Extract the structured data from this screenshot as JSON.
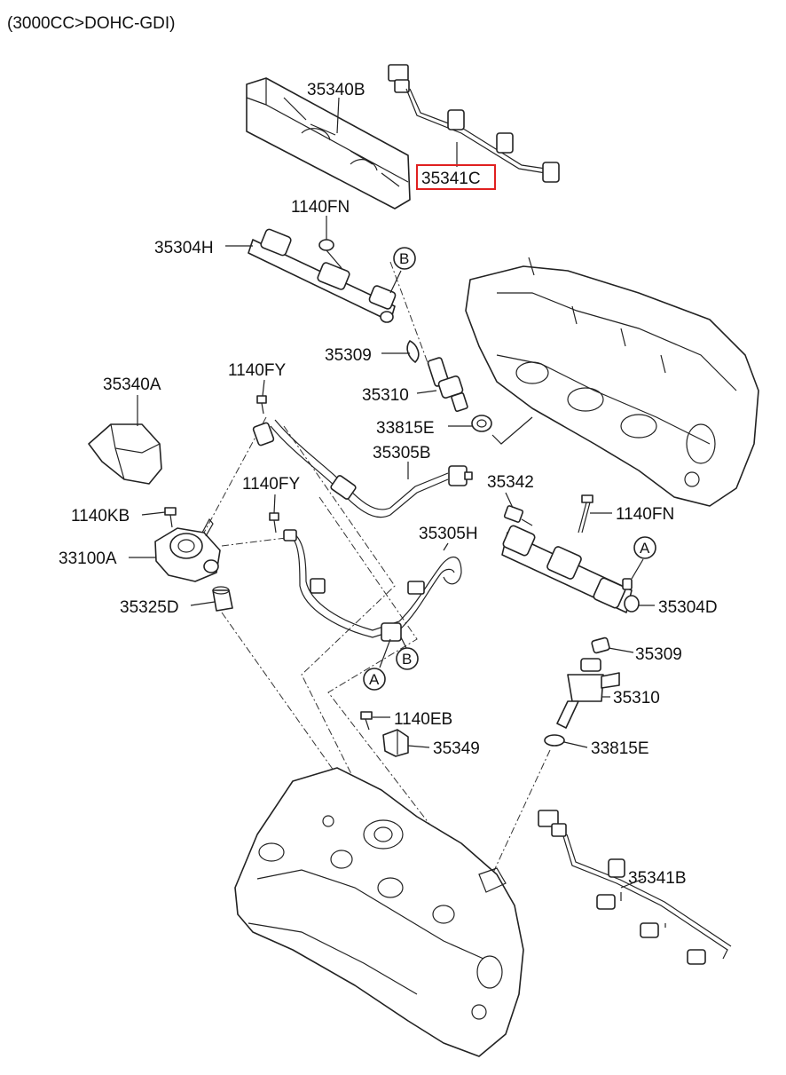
{
  "header": {
    "title": "(3000CC>DOHC-GDI)"
  },
  "labels": {
    "p35340B": "35340B",
    "p35341C": "35341C",
    "p1140FN_top": "1140FN",
    "p35304H": "35304H",
    "p35309_left": "35309",
    "p35310_left": "35310",
    "p33815E_left": "33815E",
    "p35340A": "35340A",
    "p1140FY_top": "1140FY",
    "p35305B": "35305B",
    "p1140FY_mid": "1140FY",
    "p35342": "35342",
    "p1140KB": "1140KB",
    "p1140FN_right": "1140FN",
    "p33100A": "33100A",
    "p35305H": "35305H",
    "p35325D": "35325D",
    "p35304D": "35304D",
    "p35309_right": "35309",
    "p35310_right": "35310",
    "p1140EB": "1140EB",
    "p35349": "35349",
    "p33815E_right": "33815E",
    "p35341B": "35341B"
  },
  "callouts": {
    "B_top": "B",
    "A_right": "A",
    "A_bottom": "A",
    "B_bottom": "B"
  },
  "highlight": {
    "part": "35341C",
    "color": "#e02020"
  }
}
